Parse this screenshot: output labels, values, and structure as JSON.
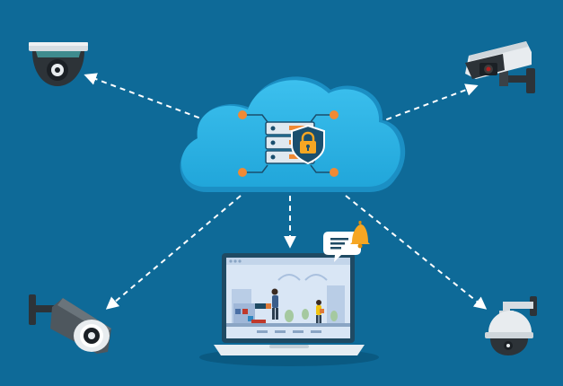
{
  "colors": {
    "background": "#0e6a98",
    "cloud": "#2eb6e6",
    "cloud_shadow": "#1b8fc4",
    "connector": "#ffffff",
    "node_accent": "#f08a34",
    "shield": "#1a4f6e",
    "lock": "#f6a623",
    "laptop_body": "#1f4a63",
    "laptop_base": "#e6edf2",
    "camera_white": "#e8ecef",
    "camera_dark": "#2d3338",
    "notification_bell": "#f6a623"
  },
  "icons": [
    "cloud-icon",
    "server-stack-icon",
    "shield-lock-icon",
    "dome-camera-icon",
    "bullet-camera-icon",
    "laptop-icon",
    "notification-chat-icon",
    "bell-icon"
  ],
  "nodes": [
    {
      "id": "cloud-server",
      "icon": "cloud-icon"
    },
    {
      "id": "ceiling-dome-camera",
      "icon": "dome-camera-icon"
    },
    {
      "id": "wall-bullet-camera-top-right",
      "icon": "bullet-camera-icon"
    },
    {
      "id": "wall-bullet-camera-bottom-left",
      "icon": "bullet-camera-icon"
    },
    {
      "id": "ptz-dome-camera-bottom-right",
      "icon": "dome-camera-icon"
    },
    {
      "id": "monitoring-laptop",
      "icon": "laptop-icon"
    }
  ],
  "edges": [
    {
      "from": "cloud-server",
      "to": "ceiling-dome-camera",
      "style": "dashed"
    },
    {
      "from": "cloud-server",
      "to": "wall-bullet-camera-top-right",
      "style": "dashed"
    },
    {
      "from": "cloud-server",
      "to": "wall-bullet-camera-bottom-left",
      "style": "dashed"
    },
    {
      "from": "cloud-server",
      "to": "ptz-dome-camera-bottom-right",
      "style": "dashed"
    },
    {
      "from": "cloud-server",
      "to": "monitoring-laptop",
      "style": "dashed"
    }
  ]
}
